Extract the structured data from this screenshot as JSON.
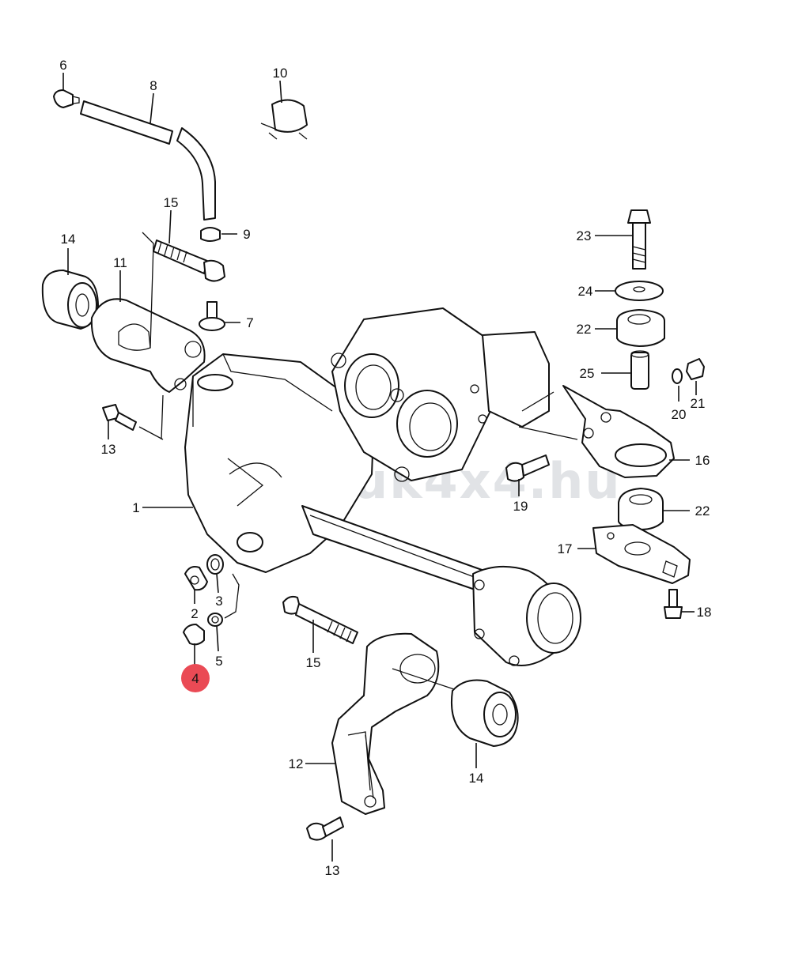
{
  "watermark": "zuk4x4.hu",
  "highlight_color": "#ea4a55",
  "callouts": {
    "c1": "1",
    "c2": "2",
    "c3": "3",
    "c4": "4",
    "c5": "5",
    "c6": "6",
    "c7": "7",
    "c8": "8",
    "c9": "9",
    "c10": "10",
    "c11": "11",
    "c12": "12",
    "c13a": "13",
    "c13b": "13",
    "c14a": "14",
    "c14b": "14",
    "c15a": "15",
    "c15b": "15",
    "c16": "16",
    "c17": "17",
    "c18": "18",
    "c19": "19",
    "c20": "20",
    "c21": "21",
    "c22a": "22",
    "c22b": "22",
    "c23": "23",
    "c24": "24",
    "c25": "25"
  }
}
